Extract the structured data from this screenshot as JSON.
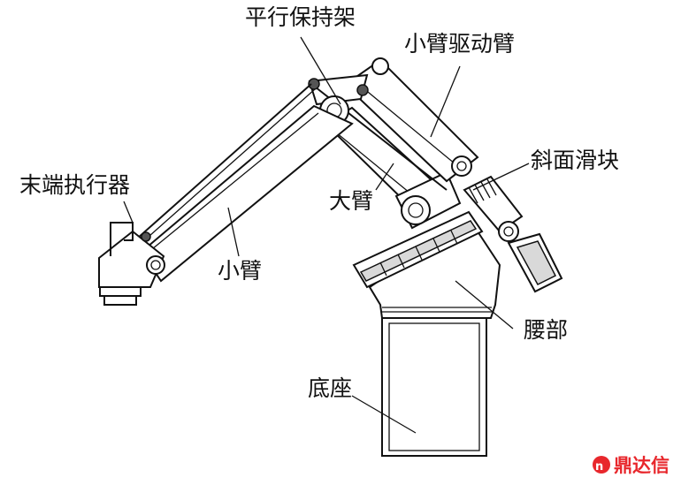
{
  "labels": {
    "parallel_frame": "平行保持架",
    "forearm_drive_arm": "小臂驱动臂",
    "end_effector": "末端执行器",
    "inclined_slider": "斜面滑块",
    "upper_arm": "大臂",
    "forearm": "小臂",
    "waist": "腰部",
    "base": "底座"
  },
  "watermark": {
    "text": "鼎达信",
    "color": "#e8272c"
  }
}
